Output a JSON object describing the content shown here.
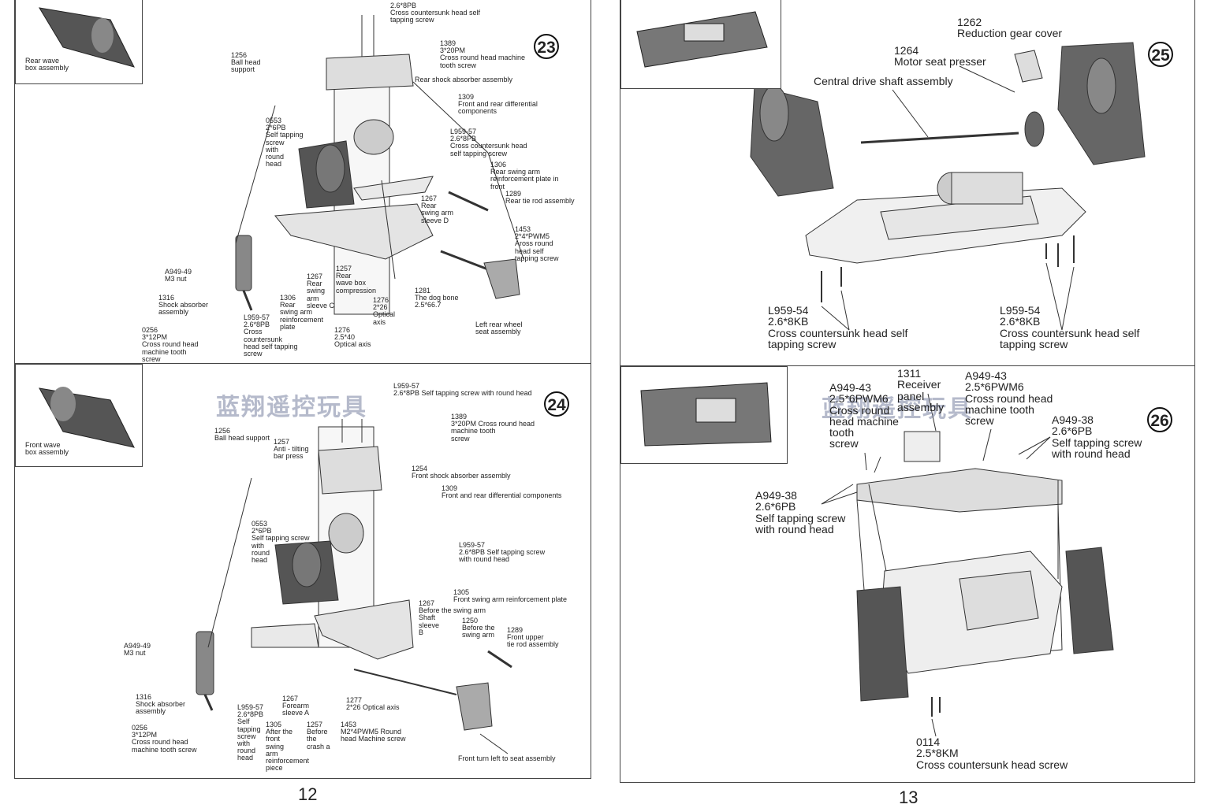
{
  "page_left": {
    "page_number": "12",
    "watermark": "蓝翔遥控玩具",
    "step23": {
      "number": "23",
      "thumb_caption": "Rear wave\nbox assembly",
      "labels": [
        {
          "text": "2.6*8PB\nCross countersunk head self\ntapping screw"
        },
        {
          "text": "1389\n3*20PM\nCross round head machine\ntooth screw"
        },
        {
          "text": "1256\nBall head\nsupport"
        },
        {
          "text": "Rear shock absorber assembly"
        },
        {
          "text": "1309\nFront and rear differential\ncomponents"
        },
        {
          "text": "0553\n2*6PB\nSelf tapping\nscrew\nwith\nround\nhead"
        },
        {
          "text": "L959-57\n2.6*8PB\nCross countersunk head\nself tapping screw"
        },
        {
          "text": "1306\nRear swing arm\nreinforcement plate in\nfront"
        },
        {
          "text": "1289\nRear tie rod assembly"
        },
        {
          "text": "1267\nRear\nswing arm\nsleeve D"
        },
        {
          "text": "1453\n2*4*PWM5\nAross round\nhead self\ntapping screw"
        },
        {
          "text": "A949-49\nM3 nut"
        },
        {
          "text": "1267\nRear\nswing\narm\nsleeve C"
        },
        {
          "text": "1257\nRear\nwave box\ncompression"
        },
        {
          "text": "1316\nShock absorber\nassembly"
        },
        {
          "text": "1306\nRear\nswing arm\nreinforcement\nplate"
        },
        {
          "text": "1281\nThe dog bone\n2.5*66.7"
        },
        {
          "text": "1276\n2*26\nOptical\naxis"
        },
        {
          "text": "Left rear wheel\nseat assembly"
        },
        {
          "text": "L959-57\n2.6*8PB\nCross\ncountersunk\nhead self tapping\nscrew"
        },
        {
          "text": "0256\n3*12PM\nCross round head\nmachine tooth\nscrew"
        },
        {
          "text": "1276\n2.5*40\nOptical axis"
        }
      ]
    },
    "step24": {
      "number": "24",
      "thumb_caption": "Front wave\nbox assembly",
      "labels": [
        {
          "text": "L959-57\n2.6*8PB Self tapping screw with round head"
        },
        {
          "text": "1389\n3*20PM Cross round head\nmachine tooth\nscrew"
        },
        {
          "text": "1256\nBall head support"
        },
        {
          "text": "1257\nAnti - tilting\nbar press"
        },
        {
          "text": "1254\nFront shock absorber assembly"
        },
        {
          "text": "1309\nFront and rear differential components"
        },
        {
          "text": "0553\n2*6PB\nSelf tapping screw\nwith\nround\nhead"
        },
        {
          "text": "L959-57\n2.6*8PB Self tapping screw\nwith round head"
        },
        {
          "text": "1305\nFront swing arm reinforcement plate"
        },
        {
          "text": "1267\nBefore the swing arm\nShaft\nsleeve\nB"
        },
        {
          "text": "1250\nBefore the\nswing arm"
        },
        {
          "text": "1289\nFront upper\ntie rod assembly"
        },
        {
          "text": "A949-49\nM3 nut"
        },
        {
          "text": "1316\nShock absorber\nassembly"
        },
        {
          "text": "0256\n3*12PM\nCross round head\nmachine tooth screw"
        },
        {
          "text": "L959-57\n2.6*8PB\nSelf\ntapping\nscrew\nwith\nround\nhead"
        },
        {
          "text": "1305\nAfter the\nfront\nswing\narm\nreinforcement\npiece"
        },
        {
          "text": "1267\nForearm\nsleeve A"
        },
        {
          "text": "1257\nBefore\nthe\ncrash a"
        },
        {
          "text": "1277\n2*26 Optical axis"
        },
        {
          "text": "1453\nM2*4PWM5 Round\nhead Machine  screw"
        },
        {
          "text": "Front turn left to seat assembly"
        }
      ]
    }
  },
  "page_right": {
    "page_number": "13",
    "watermark": "蓝翔遥控玩具",
    "step25": {
      "number": "25",
      "labels": [
        {
          "text": "1262\nReduction gear cover"
        },
        {
          "text": "1264\nMotor seat presser"
        },
        {
          "text": "Central drive shaft assembly"
        },
        {
          "text": "L959-54\n2.6*8KB\nCross countersunk head self\n tapping screw"
        },
        {
          "text": "L959-54\n2.6*8KB\nCross countersunk head self\n tapping screw"
        }
      ]
    },
    "step26": {
      "number": "26",
      "labels": [
        {
          "text": "1311\nReceiver\npanel\nassembly"
        },
        {
          "text": "A949-43\n2.5*6PWM6\nCross round\nhead machine\ntooth\nscrew"
        },
        {
          "text": "A949-43\n2.5*6PWM6\nCross round head\nmachine tooth\nscrew"
        },
        {
          "text": "A949-38\n2.6*6PB\nSelf tapping screw\nwith round head"
        },
        {
          "text": "A949-38\n2.6*6PB\nSelf tapping screw\nwith round head"
        },
        {
          "text": "0114\n2.5*8KM\nCross countersunk head screw"
        }
      ]
    }
  }
}
